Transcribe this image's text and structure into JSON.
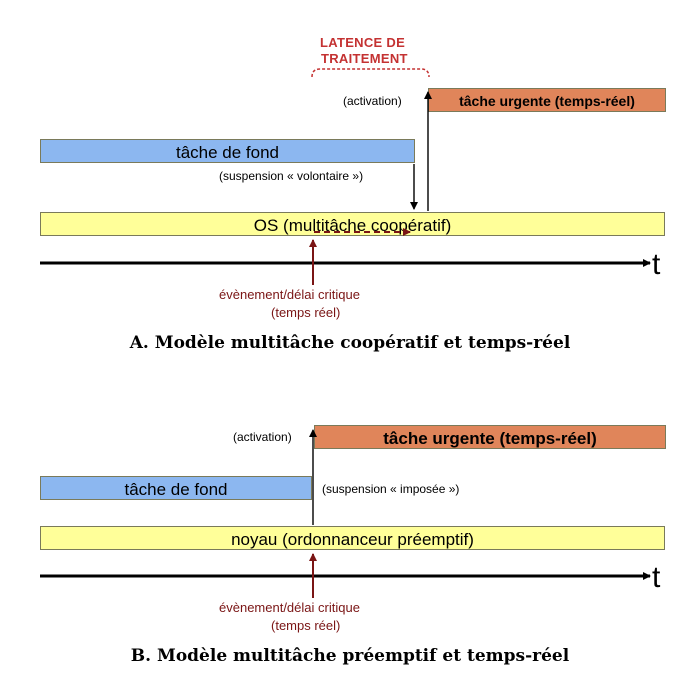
{
  "colors": {
    "background_task": "#8cb7f0",
    "os": "#ffff99",
    "urgent_task": "#e0855a",
    "event_arrow": "#7a1515",
    "latency_label": "#c43232",
    "axis": "#000000"
  },
  "panel_a": {
    "latency_label_line1": "LATENCE DE",
    "latency_label_line2": "TRAITEMENT",
    "activation_label": "(activation)",
    "urgent_task_label": "tâche urgente (temps-réel)",
    "background_task_label": "tâche de fond",
    "suspension_label": "(suspension « volontaire »)",
    "os_label": "OS (multitâche coopératif)",
    "axis_label": "t",
    "event_label_line1": "évènement/délai critique",
    "event_label_line2": "(temps réel)",
    "caption": "A. Modèle multitâche coopératif et temps-réel"
  },
  "panel_b": {
    "activation_label": "(activation)",
    "urgent_task_label": "tâche urgente (temps-réel)",
    "background_task_label": "tâche de fond",
    "suspension_label": "(suspension « imposée »)",
    "kernel_label": "noyau (ordonnanceur préemptif)",
    "axis_label": "t",
    "event_label_line1": "évènement/délai critique",
    "event_label_line2": "(temps réel)",
    "caption": "B. Modèle multitâche préemptif et temps-réel"
  }
}
